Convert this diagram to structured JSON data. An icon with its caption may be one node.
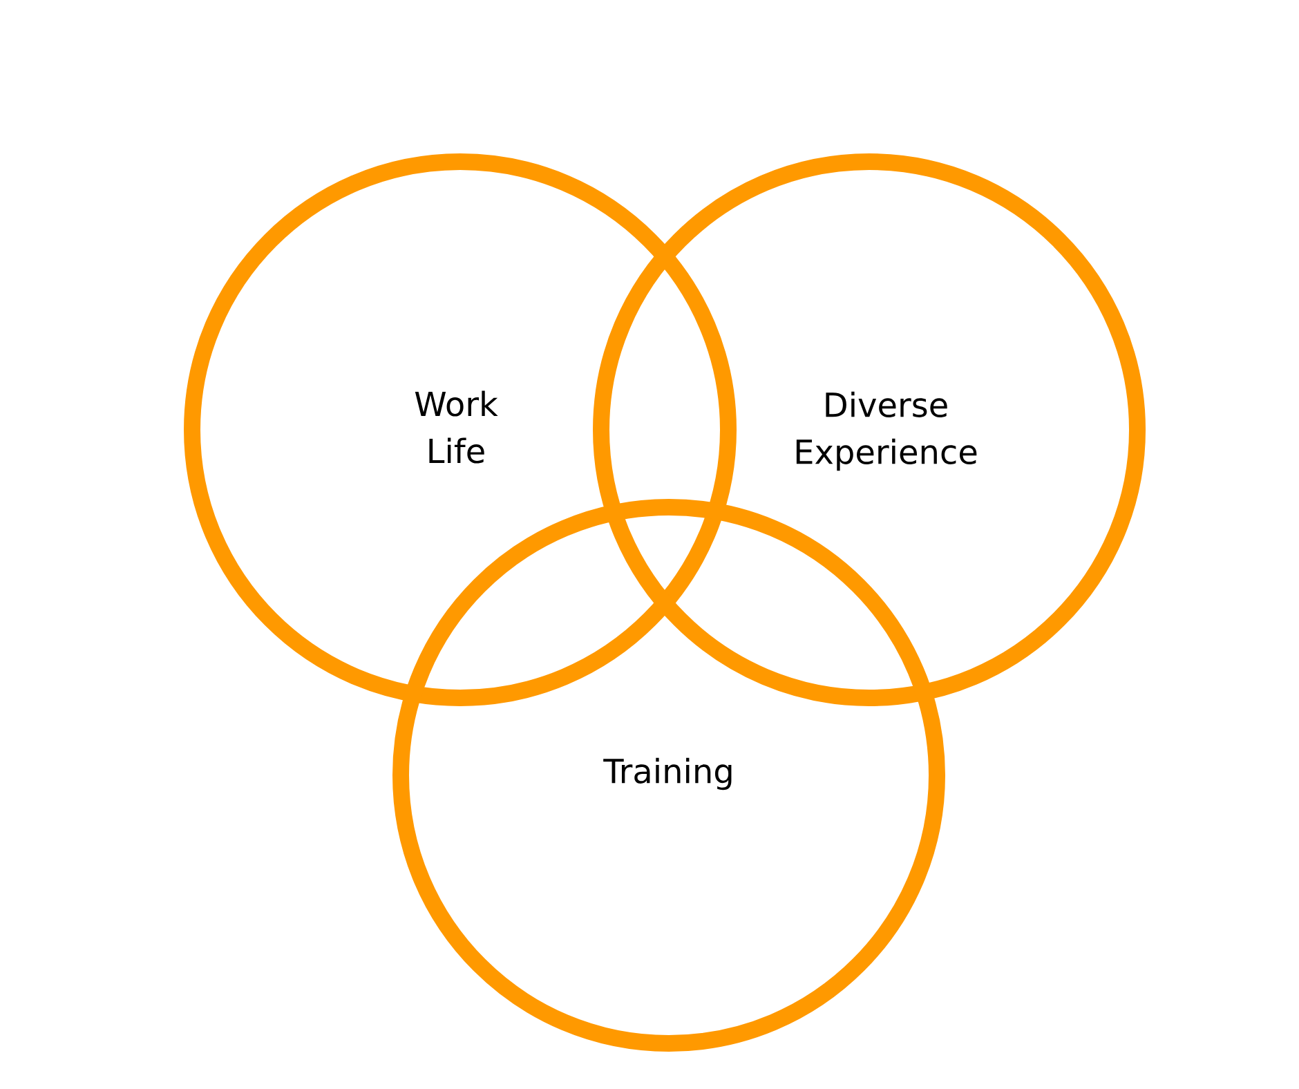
{
  "diagram": {
    "nodes": [
      {
        "text": [
          "Work Life"
        ]
      },
      {
        "text": [
          "Diverse Experience"
        ]
      },
      {
        "text": [
          "Training"
        ]
      }
    ]
  }
}
